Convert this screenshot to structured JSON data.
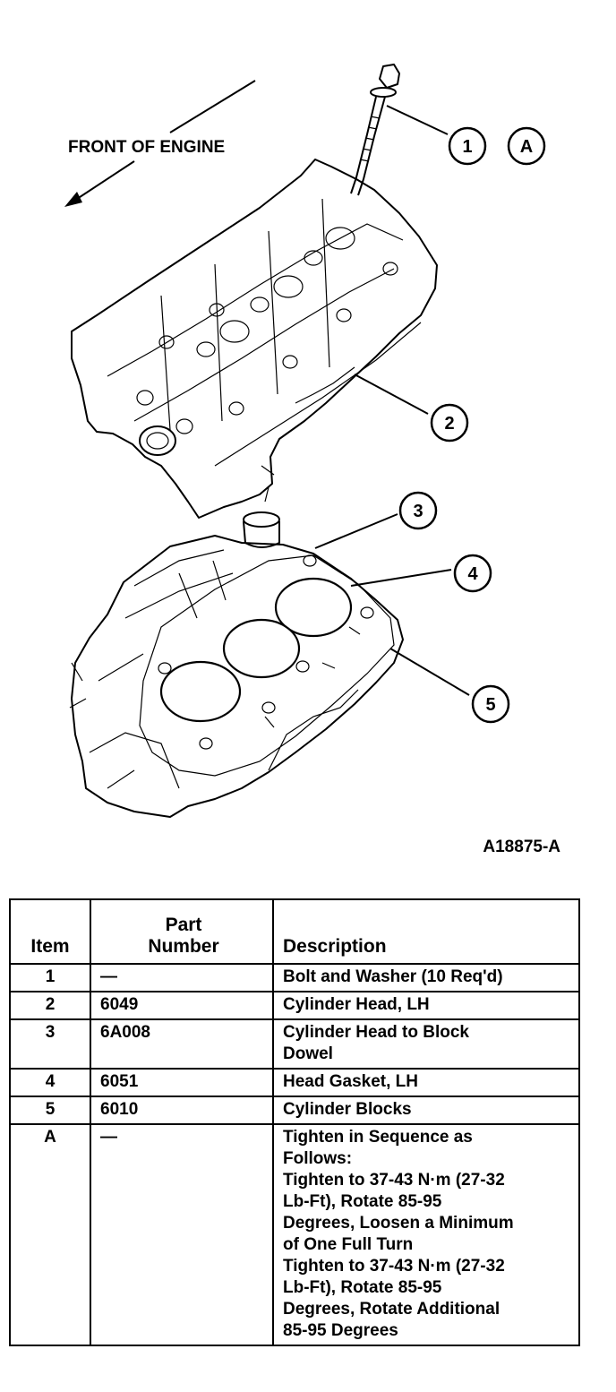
{
  "diagram": {
    "front_label": "FRONT OF ENGINE",
    "figure_code": "A18875-A",
    "callouts": [
      "1",
      "A",
      "2",
      "3",
      "4",
      "5"
    ]
  },
  "table": {
    "headers": {
      "item": "Item",
      "part_number": [
        "Part",
        "Number"
      ],
      "description": "Description"
    },
    "rows": [
      {
        "item": "1",
        "part": "—",
        "desc": [
          "Bolt and Washer (10 Req'd)"
        ]
      },
      {
        "item": "2",
        "part": "6049",
        "desc": [
          "Cylinder Head, LH"
        ]
      },
      {
        "item": "3",
        "part": "6A008",
        "desc": [
          "Cylinder Head to Block",
          "Dowel"
        ]
      },
      {
        "item": "4",
        "part": "6051",
        "desc": [
          "Head Gasket, LH"
        ]
      },
      {
        "item": "5",
        "part": "6010",
        "desc": [
          "Cylinder Blocks"
        ]
      },
      {
        "item": "A",
        "part": "—",
        "desc": [
          "Tighten in Sequence as",
          "Follows:",
          "Tighten to 37-43 N·m (27-32",
          "Lb-Ft), Rotate 85-95",
          "Degrees, Loosen a Minimum",
          "of One Full Turn",
          "Tighten to 37-43 N·m (27-32",
          "Lb-Ft), Rotate 85-95",
          "Degrees, Rotate Additional",
          "85-95 Degrees"
        ]
      }
    ]
  }
}
